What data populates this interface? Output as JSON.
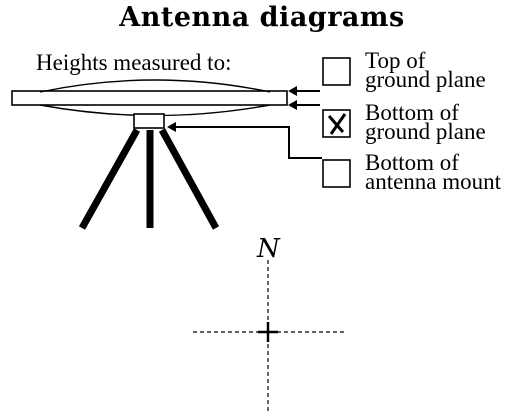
{
  "title": "Antenna diagrams",
  "heights_label": "Heights measured to:",
  "options": [
    {
      "line1": "Top of",
      "line2": "ground plane",
      "checked": false
    },
    {
      "line1": "Bottom of",
      "line2": "ground plane",
      "checked": true
    },
    {
      "line1": "Bottom of",
      "line2": "antenna mount",
      "checked": false
    }
  ],
  "north_label": "N"
}
